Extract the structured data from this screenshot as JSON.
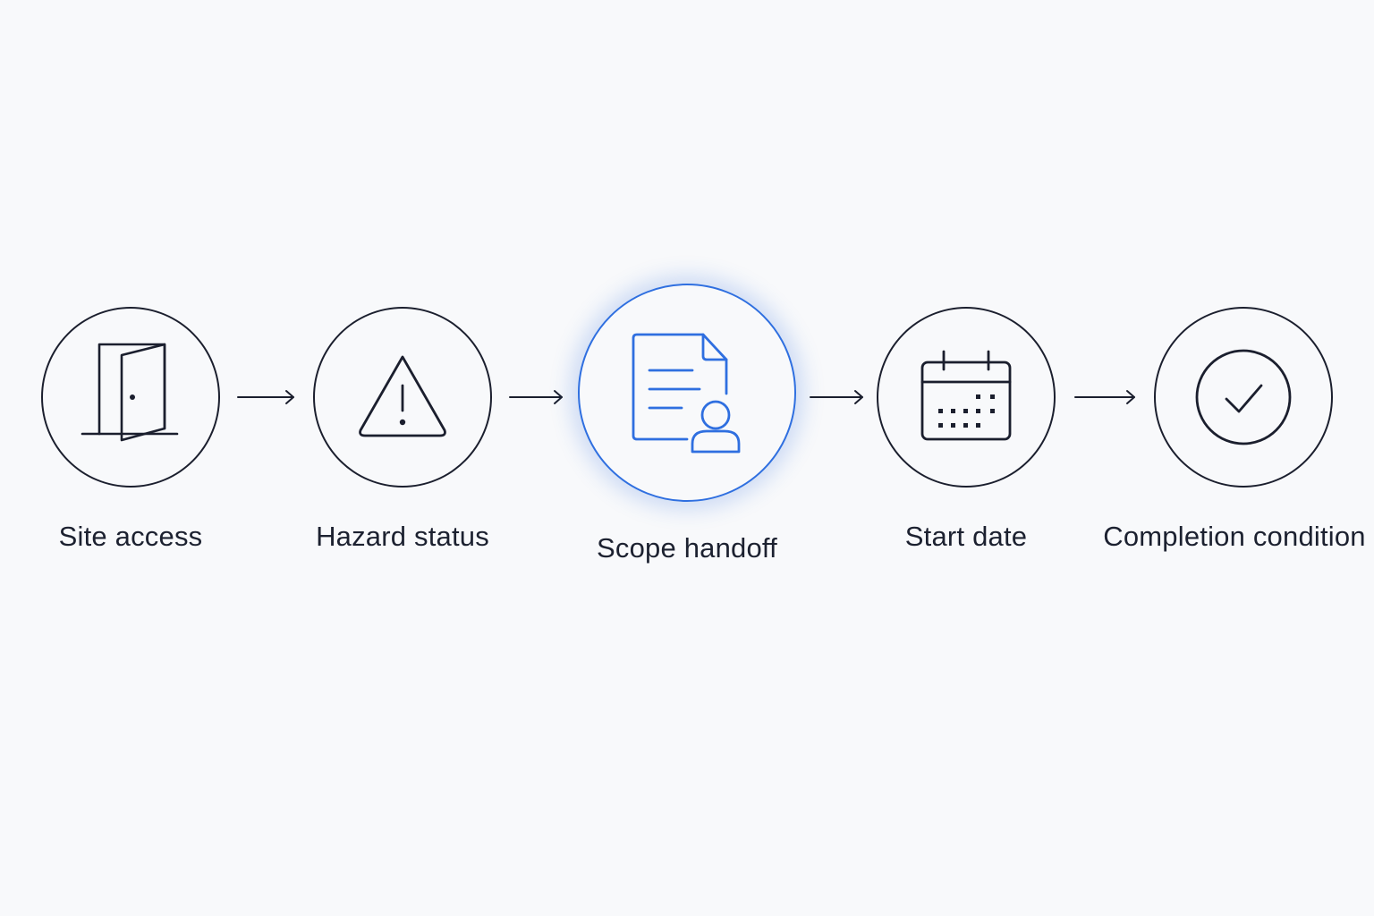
{
  "diagram": {
    "steps": [
      {
        "label": "Site access",
        "icon": "door-icon",
        "active": false
      },
      {
        "label": "Hazard status",
        "icon": "warning-triangle-icon",
        "active": false
      },
      {
        "label": "Scope handoff",
        "icon": "document-person-icon",
        "active": true
      },
      {
        "label": "Start date",
        "icon": "calendar-icon",
        "active": false
      },
      {
        "label": "Completion condition",
        "icon": "check-circle-icon",
        "active": false
      }
    ],
    "colors": {
      "stroke": "#1b1f2e",
      "accent": "#2f6fe0",
      "background": "#f8f9fb"
    }
  }
}
